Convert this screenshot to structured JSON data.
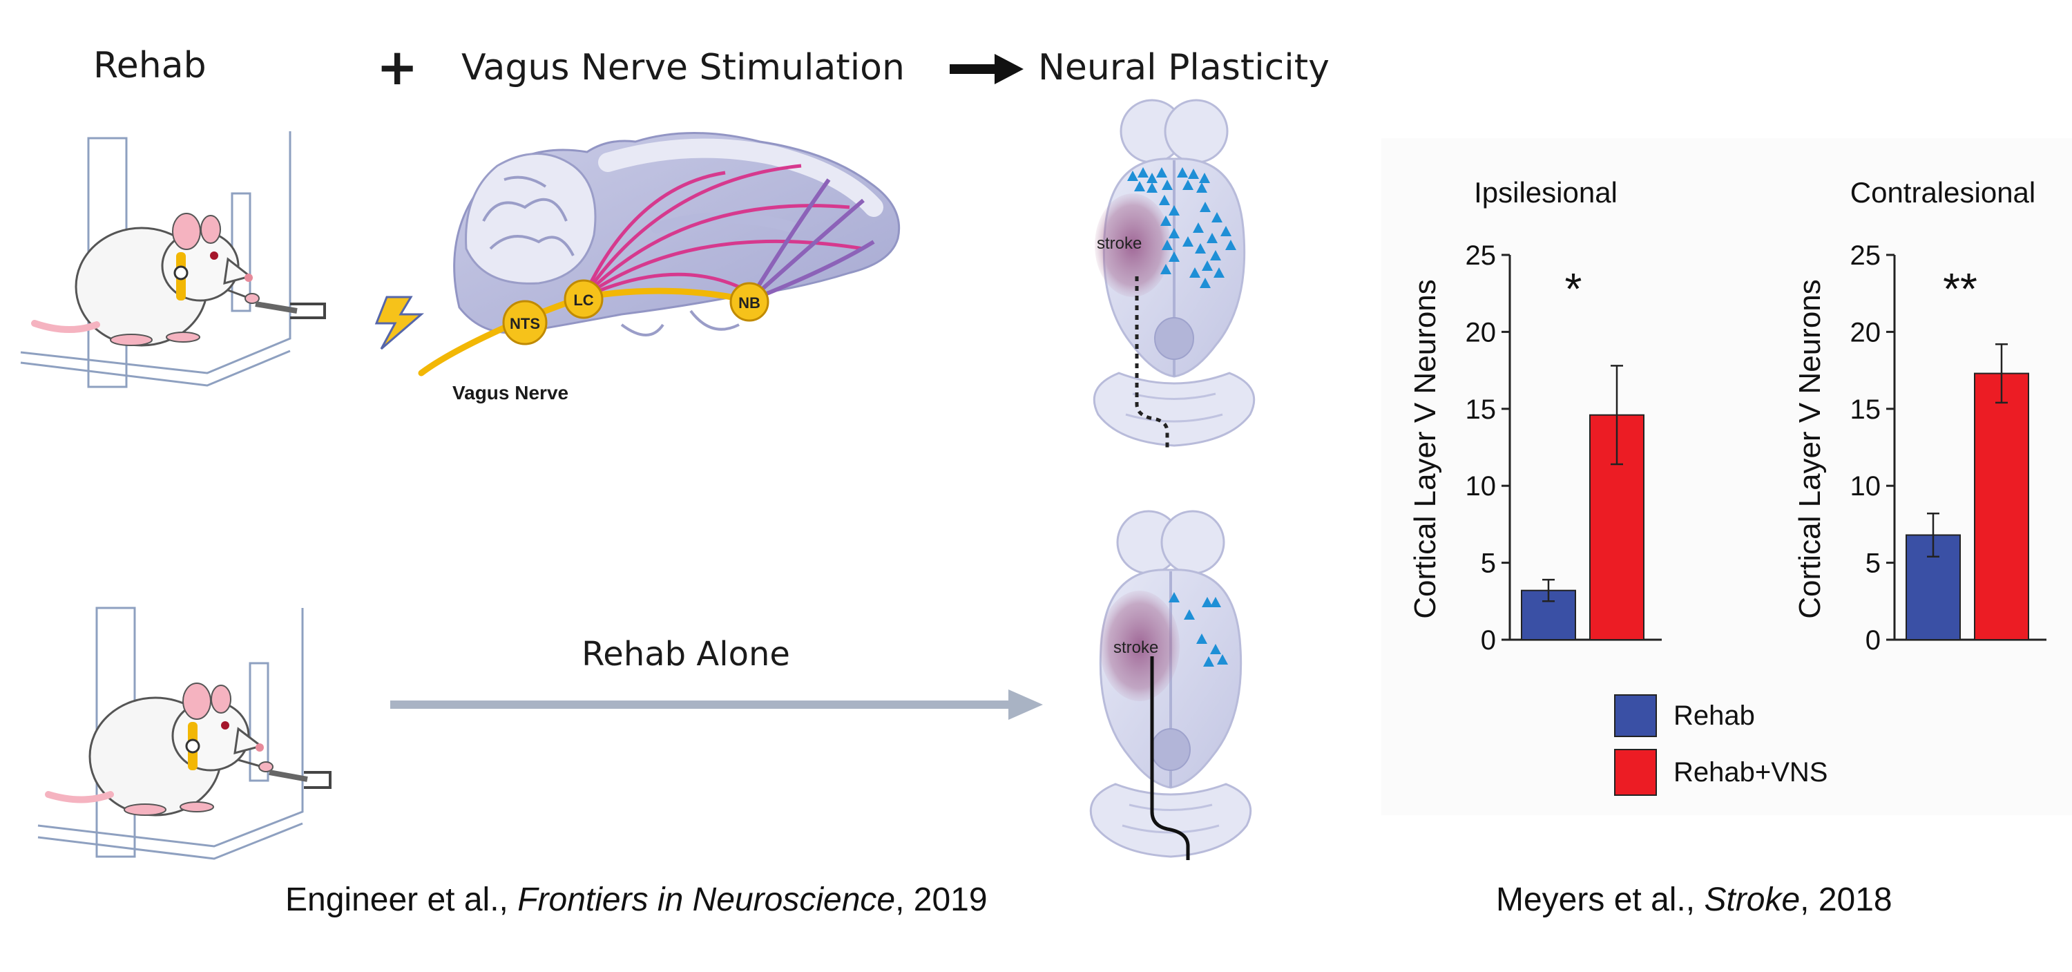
{
  "header": {
    "rehab": "Rehab",
    "plus": "+",
    "vns": "Vagus Nerve Stimulation",
    "plasticity": "Neural Plasticity"
  },
  "sagittal": {
    "nts": "NTS",
    "lc": "LC",
    "nb": "NB",
    "vagus": "Vagus Nerve"
  },
  "brains": {
    "stroke_label": "stroke"
  },
  "rehab_alone": "Rehab Alone",
  "citations": {
    "left_authors": "Engineer et al., ",
    "left_journal": "Frontiers in Neuroscience",
    "left_year": ", 2019",
    "right_authors": "Meyers et al., ",
    "right_journal": "Stroke",
    "right_year": ", 2018"
  },
  "colors": {
    "rehab": "#3a50a5",
    "rehab_vns": "#ec1c24",
    "vagus_yellow": "#f2b705",
    "projection_magenta": "#d6398e",
    "brain_lavender": "#d9dbef",
    "neuron_blue": "#1e8fd6"
  },
  "chart_data": [
    {
      "type": "bar",
      "title": "Ipsilesional",
      "ylabel": "Cortical Layer V Neurons",
      "ylim": [
        0,
        25
      ],
      "yticks": [
        "0",
        "5",
        "10",
        "15",
        "20",
        "25"
      ],
      "categories": [
        "Rehab",
        "Rehab+VNS"
      ],
      "values": [
        3.2,
        14.6
      ],
      "errors": [
        0.7,
        3.2
      ],
      "significance": "*"
    },
    {
      "type": "bar",
      "title": "Contralesional",
      "ylabel": "Cortical Layer V Neurons",
      "ylim": [
        0,
        25
      ],
      "yticks": [
        "0",
        "5",
        "10",
        "15",
        "20",
        "25"
      ],
      "categories": [
        "Rehab",
        "Rehab+VNS"
      ],
      "values": [
        6.8,
        17.3
      ],
      "errors": [
        1.4,
        1.9
      ],
      "significance": "**"
    }
  ],
  "legend": [
    {
      "label": "Rehab",
      "color": "#3a50a5"
    },
    {
      "label": "Rehab+VNS",
      "color": "#ec1c24"
    }
  ]
}
